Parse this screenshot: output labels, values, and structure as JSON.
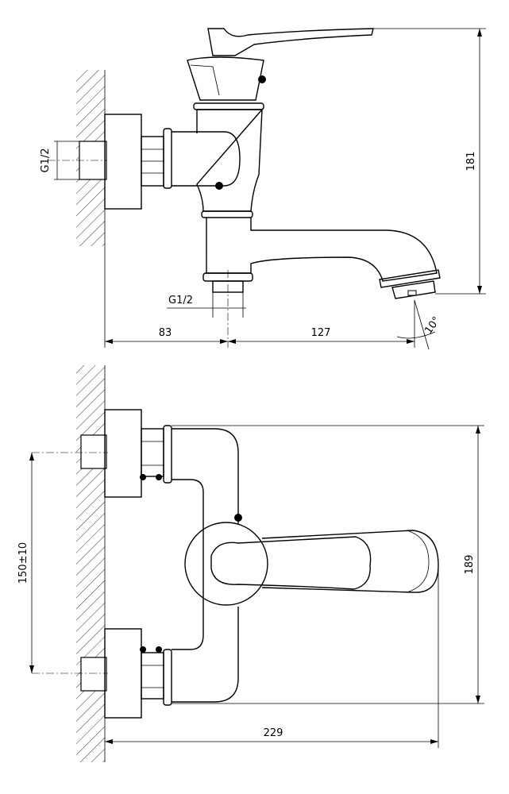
{
  "top_view": {
    "thread_left": "G1/2",
    "thread_bottom": "G1/2",
    "height_dim": "181",
    "width_left_dim": "83",
    "width_right_dim": "127",
    "angle_dim": "10°"
  },
  "bottom_view": {
    "spacing_dim": "150±10",
    "height_dim": "189",
    "width_dim": "229"
  }
}
